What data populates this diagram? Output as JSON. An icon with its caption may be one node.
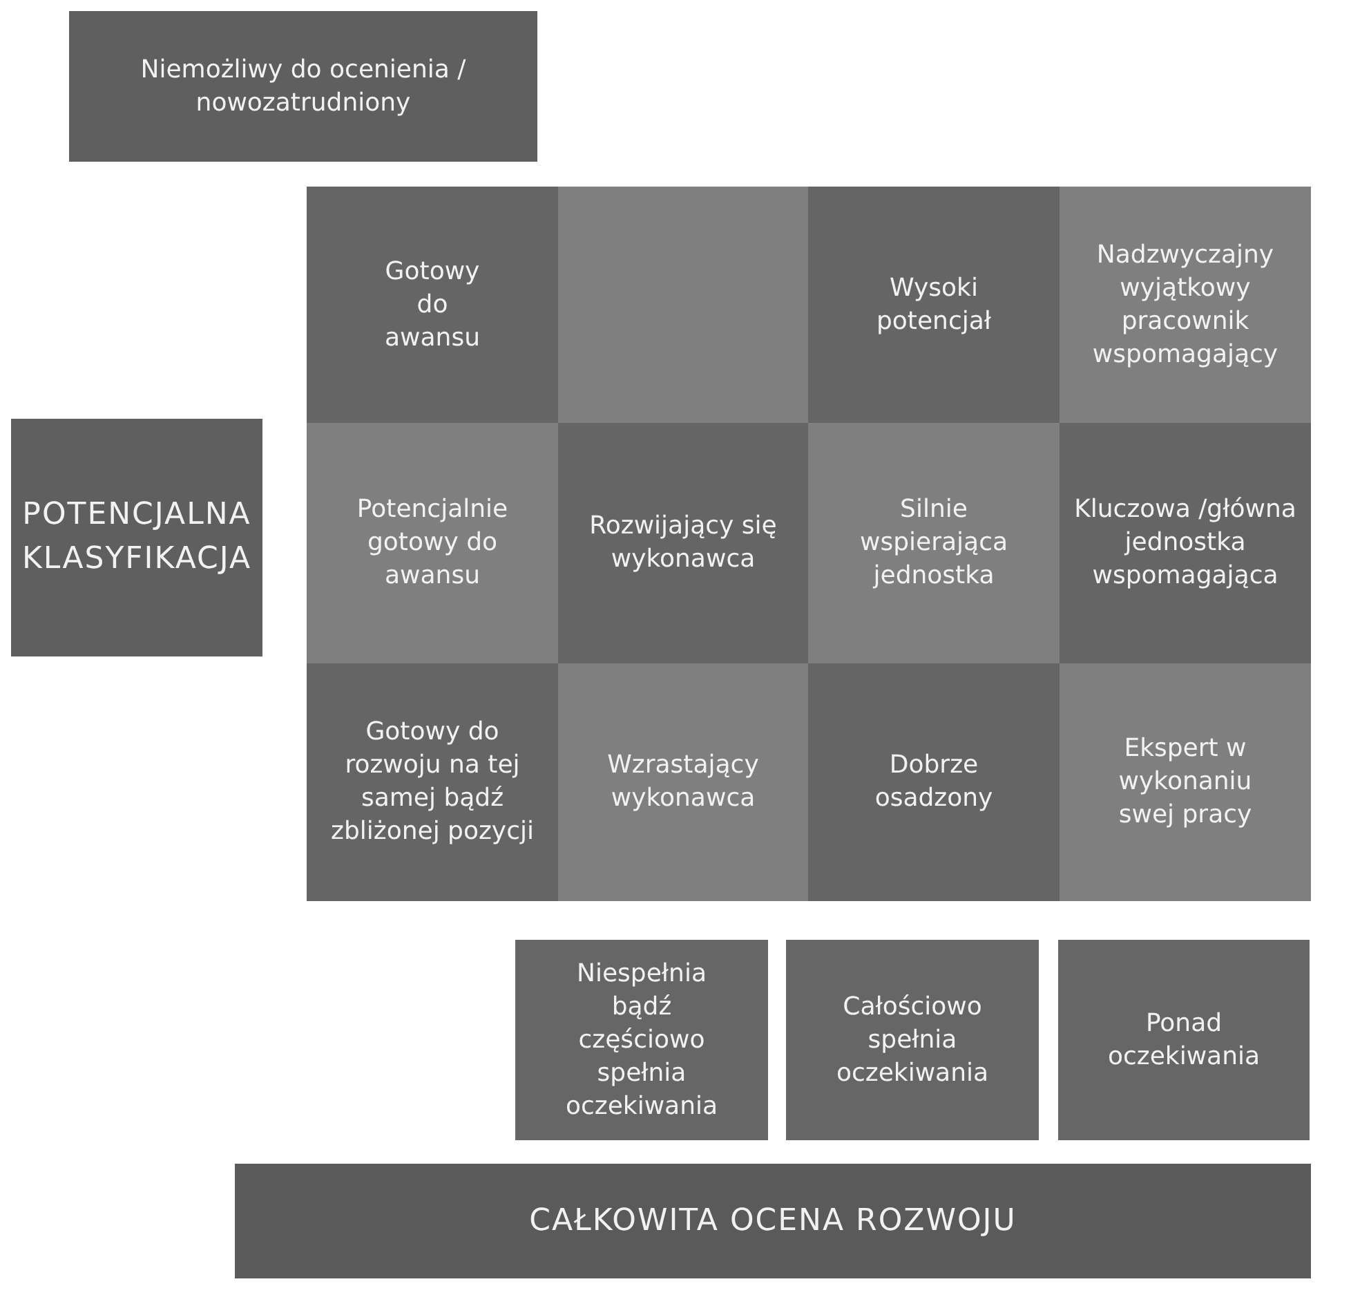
{
  "diagram": {
    "nodes": [
      {
        "text": [
          "Niemożliwy do ocenienia / nowozatrudniony"
        ]
      },
      {
        "text": [
          "Gotowy do awansu"
        ]
      },
      {
        "text": [],
        "shape": "box"
      },
      {
        "text": [
          "Wysoki potencjał"
        ]
      },
      {
        "text": [
          "Nadzwyczajny wyjątkowy pracownik wspomagający"
        ]
      },
      {
        "text": [
          "POTENCJALNA KLASYFIKACJA"
        ]
      },
      {
        "text": [
          "Potencjalnie gotowy do awansu"
        ]
      },
      {
        "text": [
          "Rozwijający się wykonawca"
        ]
      },
      {
        "text": [
          "Silnie wspierająca jednostka"
        ]
      },
      {
        "text": [
          "Kluczowa /główna jednostka wspomagająca"
        ]
      },
      {
        "text": [
          "Gotowy do rozwoju na tej samej bądź zbliżonej pozycji"
        ]
      },
      {
        "text": [
          "Wzrastający wykonawca"
        ]
      },
      {
        "text": [
          "Dobrze osadzony"
        ]
      },
      {
        "text": [
          "Ekspert w wykonaniu swej pracy"
        ]
      },
      {
        "text": [
          "Niespełnia bądź częściowo spełnia oczekiwania"
        ]
      },
      {
        "text": [
          "Całościowo spełnia oczekiwania"
        ]
      },
      {
        "text": [
          "Ponad oczekiwania"
        ]
      },
      {
        "text": [
          "CAŁKOWITA OCENA ROZWOJU"
        ]
      }
    ]
  }
}
